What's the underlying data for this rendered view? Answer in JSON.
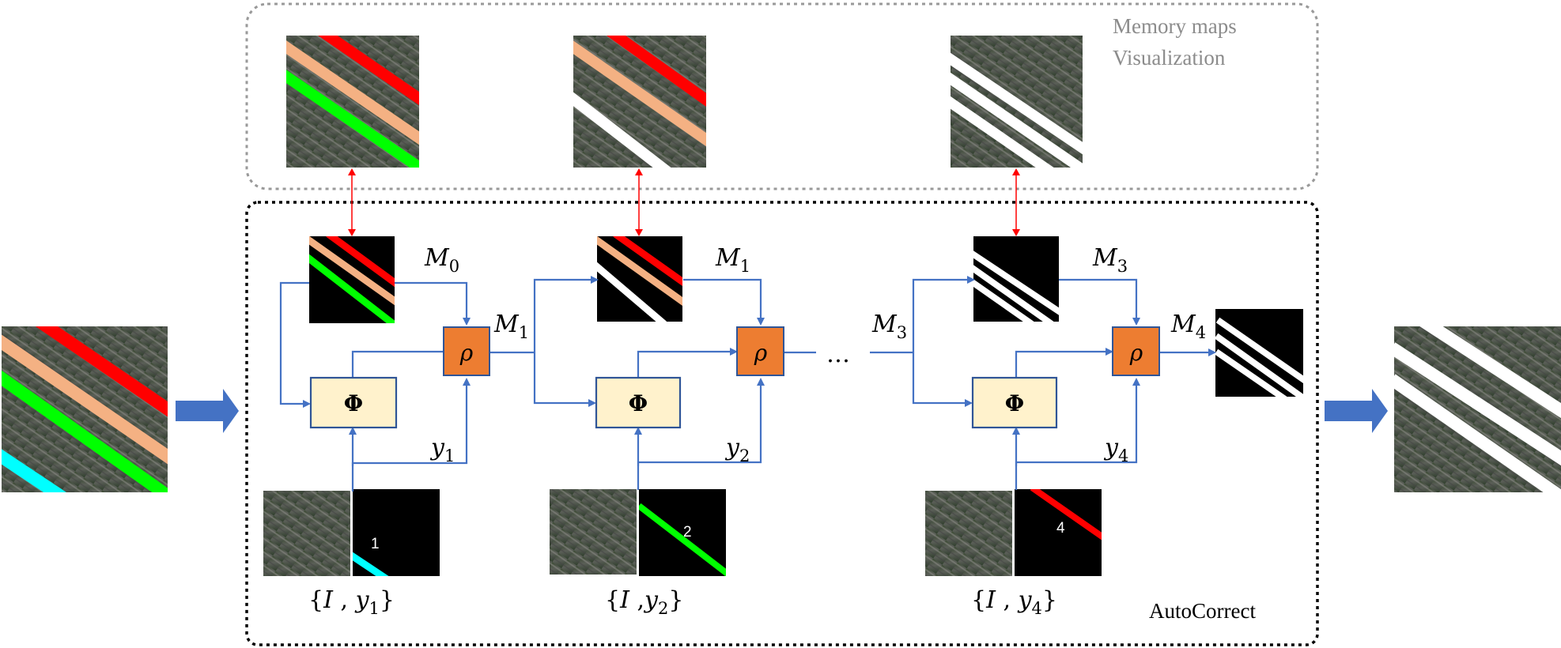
{
  "memory_panel": {
    "title_line1": "Memory maps",
    "title_line2": "Visualization"
  },
  "autocorrect_panel": {
    "label": "AutoCorrect"
  },
  "labels": {
    "m0": "M",
    "m0_sub": "0",
    "m1_out": "M",
    "m1_out_sub": "1",
    "m1_in": "M",
    "m1_in_sub": "1",
    "m3_out": "M",
    "m3_out_sub": "3",
    "m3_in": "M",
    "m3_in_sub": "3",
    "m4": "M",
    "m4_sub": "4",
    "y1": "y",
    "y1_sub": "1",
    "y2": "y",
    "y2_sub": "2",
    "y4": "y",
    "y4_sub": "4",
    "ellipsis": "…"
  },
  "phi_label": "Φ",
  "rho_label": "ρ",
  "input_sets": [
    {
      "open": "{",
      "I": "I",
      "sep": " , ",
      "y": "y",
      "sub": "1",
      "close": "}"
    },
    {
      "open": "{",
      "I": "I",
      "sep": " ,",
      "y": "y",
      "sub": "2",
      "close": "}"
    },
    {
      "open": "{",
      "I": "I",
      "sep": " , ",
      "y": "y",
      "sub": "4",
      "close": "}"
    }
  ],
  "label_numbers": [
    "1",
    "2",
    "4"
  ],
  "colors": {
    "arrow_blue": "#4472c4",
    "phi_fill": "#fff2cc",
    "phi_border": "#2f5597",
    "rho_fill": "#ed7d31",
    "rho_border": "#2f5597",
    "red": "#ff0000",
    "orange": "#f4b183",
    "green": "#00ff00",
    "cyan": "#00ffff",
    "white": "#ffffff",
    "dashed_gray": "#999999",
    "dashed_black": "#000000",
    "memory_title": "#8c8c8c"
  }
}
